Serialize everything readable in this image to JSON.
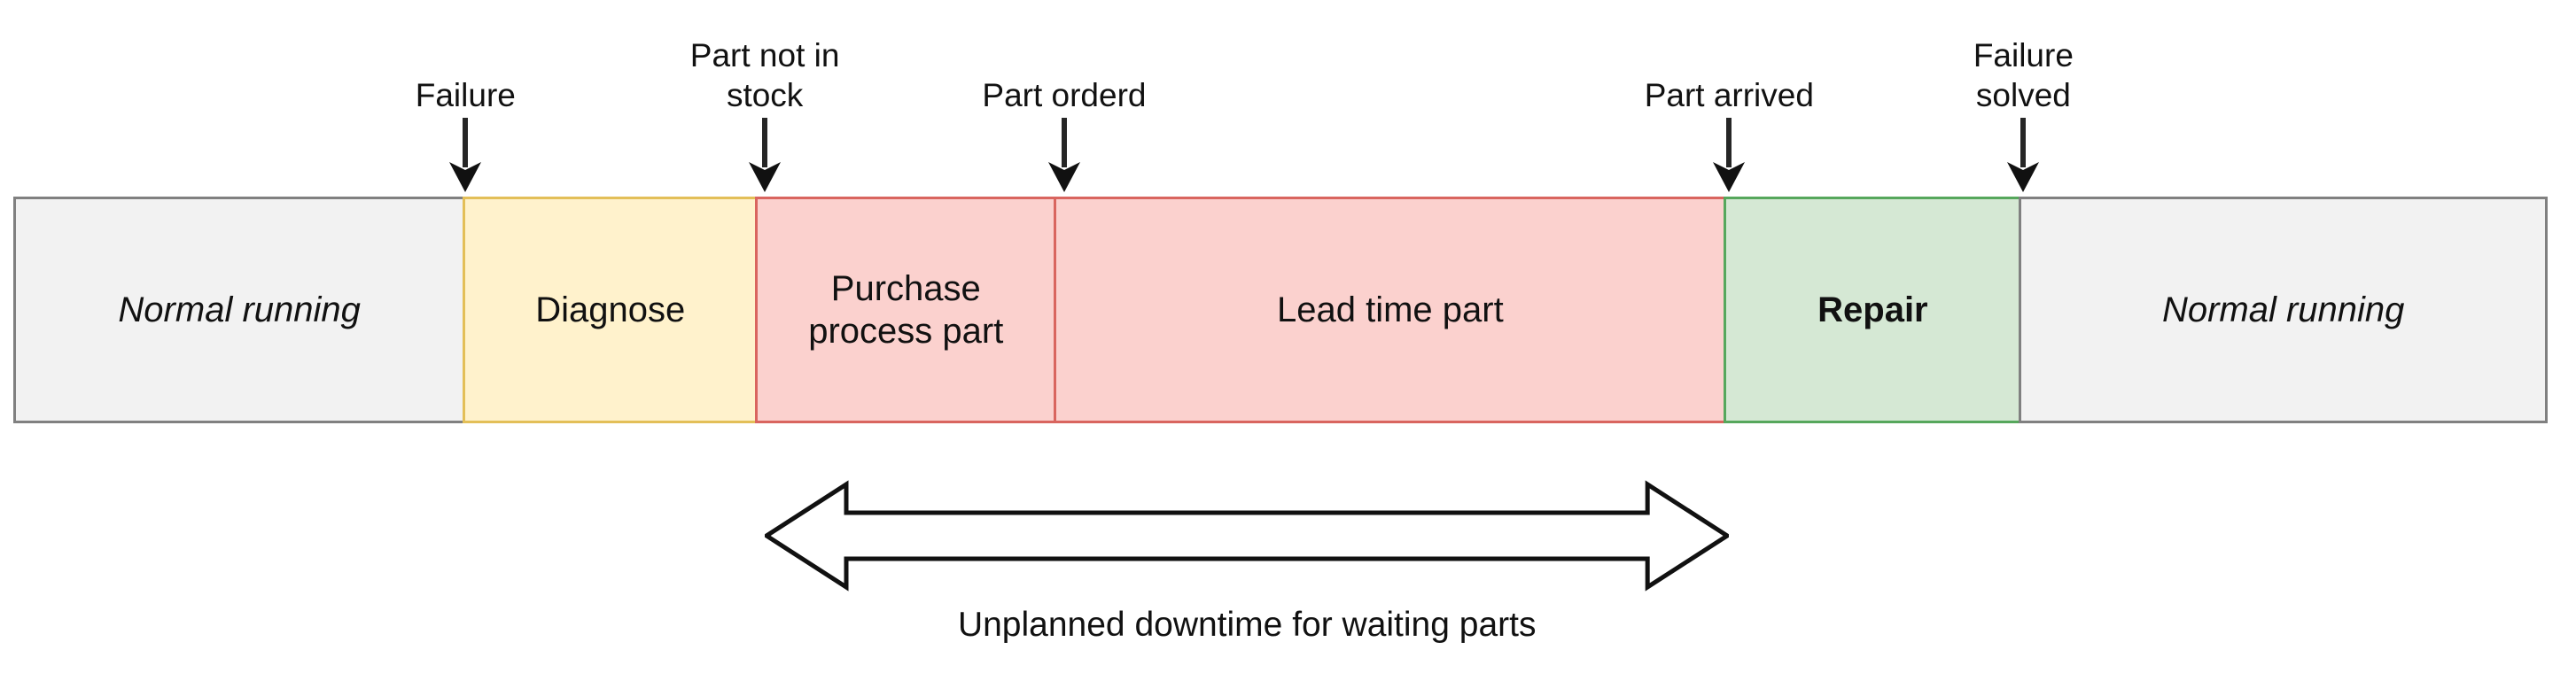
{
  "diagram": {
    "type": "timeline",
    "title_visible": false,
    "colors": {
      "normal_fill": "#f2f2f2",
      "normal_border": "#808080",
      "diagnose_fill": "#fff2cc",
      "diagnose_border": "#e3bf58",
      "waiting_fill": "#fbd1ce",
      "waiting_border": "#d9655f",
      "repair_fill": "#d5e8d4",
      "repair_border": "#56a75c",
      "arrow_stroke": "#000000",
      "text": "#111111"
    }
  },
  "markers": [
    {
      "id": "failure",
      "label": "Failure",
      "x_pct": 17.75,
      "label_lines": 1
    },
    {
      "id": "part-not-in-stock",
      "label": "Part not in\nstock",
      "x_pct": 29.5,
      "label_lines": 2
    },
    {
      "id": "part-orderd",
      "label": "Part orderd",
      "x_pct": 41.25,
      "label_lines": 1
    },
    {
      "id": "part-arrived",
      "label": "Part arrived",
      "x_pct": 67.35,
      "label_lines": 1
    },
    {
      "id": "failure-solved",
      "label": "Failure solved",
      "x_pct": 78.9,
      "label_lines": 1
    }
  ],
  "segments": [
    {
      "id": "normal-running-before",
      "label": "Normal running",
      "style": "normal",
      "width_pct": 17.75
    },
    {
      "id": "diagnose",
      "label": "Diagnose",
      "style": "diagnose",
      "width_pct": 11.58
    },
    {
      "id": "purchase-process-part",
      "label": "Purchase\nprocess part",
      "style": "pink",
      "width_pct": 11.83
    },
    {
      "id": "lead-time-part",
      "label": "Lead time part",
      "style": "pink",
      "width_pct": 26.4
    },
    {
      "id": "repair",
      "label": "Repair",
      "style": "repair",
      "width_pct": 11.69
    },
    {
      "id": "normal-running-after",
      "label": "Normal running",
      "style": "normal",
      "width_pct": 20.75
    }
  ],
  "span": {
    "caption": "Unplanned downtime for waiting parts",
    "from_marker": "part-not-in-stock",
    "to_marker": "part-arrived",
    "arrow_style": "double-headed-outline"
  }
}
